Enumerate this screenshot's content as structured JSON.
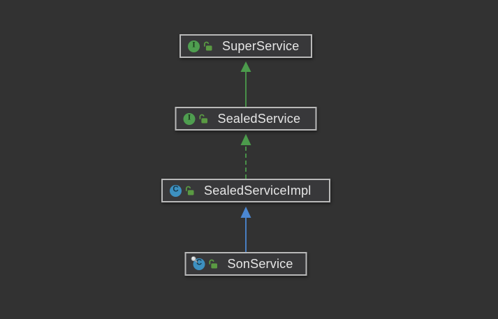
{
  "diagram": {
    "title": "class-inheritance-diagram",
    "background": "#323232",
    "node_style": {
      "fill": "#38383a",
      "border": "#b9b9b9",
      "text_color": "#e6e6e6"
    },
    "colors": {
      "interface_green": "#4f9e50",
      "class_blue": "#3d90c0",
      "lock_green": "#5a9a43",
      "arrow_green": "#4c9b4c",
      "arrow_blue": "#4b87d2",
      "pin_gray": "#d8dbdd"
    },
    "nodes": [
      {
        "label": "SuperService",
        "kind": "interface",
        "icon_letter": "I",
        "visibility_icon": "unlocked-icon"
      },
      {
        "label": "SealedService",
        "kind": "interface",
        "icon_letter": "I",
        "visibility_icon": "unlocked-icon"
      },
      {
        "label": "SealedServiceImpl",
        "kind": "class",
        "icon_letter": "C",
        "visibility_icon": "unlocked-icon"
      },
      {
        "label": "SonService",
        "kind": "final-class",
        "icon_letter": "C",
        "visibility_icon": "unlocked-icon",
        "badge": "final-pin"
      }
    ],
    "edges": [
      {
        "from": "SealedService",
        "to": "SuperService",
        "relation": "extends",
        "line": "solid",
        "color": "#4c9b4c"
      },
      {
        "from": "SealedServiceImpl",
        "to": "SealedService",
        "relation": "implements",
        "line": "dashed",
        "color": "#4c9b4c"
      },
      {
        "from": "SonService",
        "to": "SealedServiceImpl",
        "relation": "extends",
        "line": "solid",
        "color": "#4b87d2"
      }
    ]
  }
}
